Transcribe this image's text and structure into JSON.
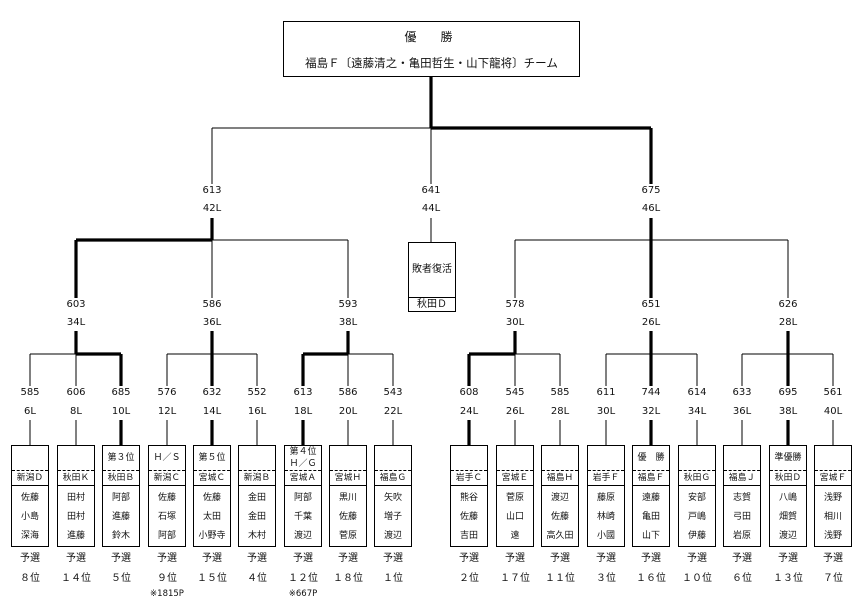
{
  "champion": {
    "title": "優　勝",
    "team": "福島Ｆ〔遠藤清之・亀田哲生・山下龍将〕チーム"
  },
  "final": {
    "left": {
      "score": "613",
      "lanes": "42L"
    },
    "center": {
      "score": "641",
      "lanes": "44L"
    },
    "right": {
      "score": "675",
      "lanes": "46L"
    }
  },
  "revival": {
    "label": "敗者復活",
    "team": "秋田Ｄ"
  },
  "semis": [
    {
      "score": "603",
      "lanes": "34L"
    },
    {
      "score": "586",
      "lanes": "36L"
    },
    {
      "score": "593",
      "lanes": "38L"
    },
    {
      "score": "578",
      "lanes": "30L"
    },
    {
      "score": "651",
      "lanes": "26L"
    },
    {
      "score": "626",
      "lanes": "28L"
    }
  ],
  "teams": [
    {
      "score": "585",
      "lanes": "6L",
      "rank": "",
      "name": "新潟Ｄ",
      "members": [
        "佐藤",
        "小島",
        "深海"
      ],
      "qual": "予選",
      "place": "８位"
    },
    {
      "score": "606",
      "lanes": "8L",
      "rank": "",
      "name": "秋田Ｋ",
      "members": [
        "田村",
        "田村",
        "進藤"
      ],
      "qual": "予選",
      "place": "１４位"
    },
    {
      "score": "685",
      "lanes": "10L",
      "rank": "第３位",
      "name": "秋田Ｂ",
      "members": [
        "阿部",
        "進藤",
        "鈴木"
      ],
      "qual": "予選",
      "place": "５位"
    },
    {
      "score": "576",
      "lanes": "12L",
      "rank": "Ｈ／Ｓ",
      "name": "新潟Ｃ",
      "members": [
        "佐藤",
        "石塚",
        "阿部"
      ],
      "qual": "予選",
      "place": "９位"
    },
    {
      "score": "632",
      "lanes": "14L",
      "rank": "第５位",
      "name": "宮城Ｃ",
      "members": [
        "佐藤",
        "太田",
        "小野寺"
      ],
      "qual": "予選",
      "place": "１５位"
    },
    {
      "score": "552",
      "lanes": "16L",
      "rank": "",
      "name": "新潟Ｂ",
      "members": [
        "金田",
        "金田",
        "木村"
      ],
      "qual": "予選",
      "place": "４位"
    },
    {
      "score": "613",
      "lanes": "18L",
      "rank": "第４位\nＨ／Ｇ",
      "name": "宮城Ａ",
      "members": [
        "阿部",
        "千葉",
        "渡辺"
      ],
      "qual": "予選",
      "place": "１２位"
    },
    {
      "score": "586",
      "lanes": "20L",
      "rank": "",
      "name": "宮城Ｈ",
      "members": [
        "黒川",
        "佐藤",
        "菅原"
      ],
      "qual": "予選",
      "place": "１８位"
    },
    {
      "score": "543",
      "lanes": "22L",
      "rank": "",
      "name": "福島Ｇ",
      "members": [
        "矢吹",
        "増子",
        "渡辺"
      ],
      "qual": "予選",
      "place": "１位"
    },
    {
      "score": "608",
      "lanes": "24L",
      "rank": "",
      "name": "岩手Ｃ",
      "members": [
        "熊谷",
        "佐藤",
        "吉田"
      ],
      "qual": "予選",
      "place": "２位"
    },
    {
      "score": "545",
      "lanes": "26L",
      "rank": "",
      "name": "宮城Ｅ",
      "members": [
        "菅原",
        "山口",
        "遠"
      ],
      "qual": "予選",
      "place": "１７位"
    },
    {
      "score": "585",
      "lanes": "28L",
      "rank": "",
      "name": "福島Ｈ",
      "members": [
        "渡辺",
        "佐藤",
        "高久田"
      ],
      "qual": "予選",
      "place": "１１位"
    },
    {
      "score": "611",
      "lanes": "30L",
      "rank": "",
      "name": "岩手Ｆ",
      "members": [
        "藤原",
        "林崎",
        "小國"
      ],
      "qual": "予選",
      "place": "３位"
    },
    {
      "score": "744",
      "lanes": "32L",
      "rank": "優　勝",
      "name": "福島Ｆ",
      "members": [
        "遠藤",
        "亀田",
        "山下"
      ],
      "qual": "予選",
      "place": "１６位"
    },
    {
      "score": "614",
      "lanes": "34L",
      "rank": "",
      "name": "秋田Ｇ",
      "members": [
        "安部",
        "戸嶋",
        "伊藤"
      ],
      "qual": "予選",
      "place": "１０位"
    },
    {
      "score": "633",
      "lanes": "36L",
      "rank": "",
      "name": "福島Ｊ",
      "members": [
        "志賀",
        "弓田",
        "岩原"
      ],
      "qual": "予選",
      "place": "６位"
    },
    {
      "score": "695",
      "lanes": "38L",
      "rank": "準優勝",
      "name": "秋田Ｄ",
      "members": [
        "八嶋",
        "畑賀",
        "渡辺"
      ],
      "qual": "予選",
      "place": "１３位"
    },
    {
      "score": "561",
      "lanes": "40L",
      "rank": "",
      "name": "宮城Ｆ",
      "members": [
        "浅野",
        "相川",
        "浅野"
      ],
      "qual": "予選",
      "place": "７位"
    }
  ],
  "notes": {
    "n1": "※1815P",
    "n2": "※667P"
  }
}
